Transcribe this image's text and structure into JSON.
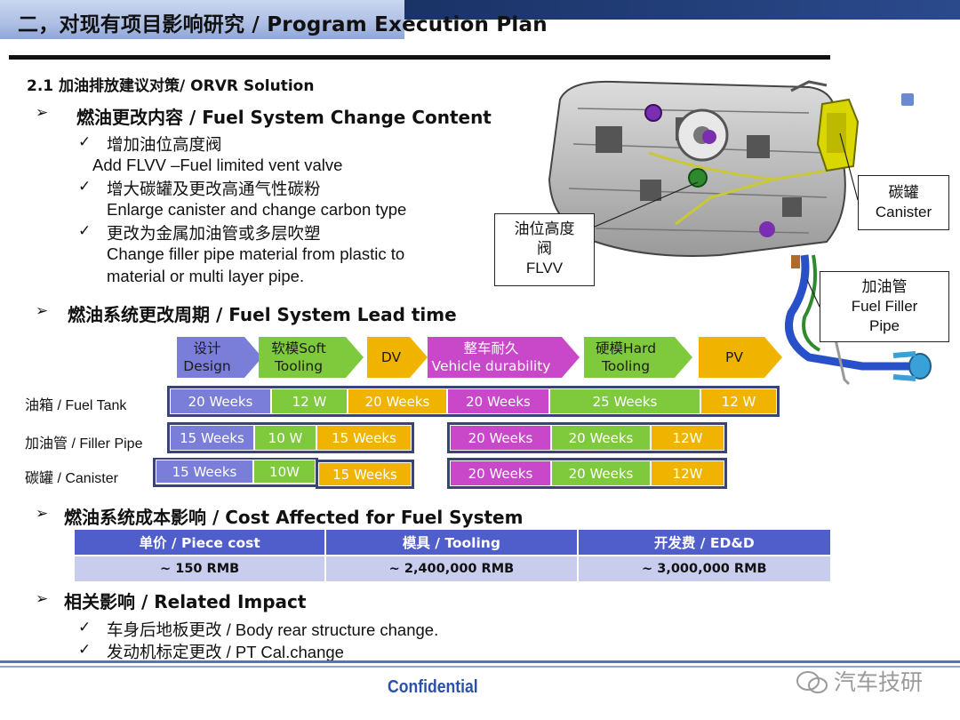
{
  "header": {
    "title": "二，对现有项目影响研究 / Program Execution Plan"
  },
  "section": {
    "title": "2.1  加油排放建议对策/ ORVR Solution"
  },
  "change_content": {
    "heading": "燃油更改内容  / Fuel System Change Content",
    "items": [
      {
        "cn": "增加油位高度阀",
        "en": "Add FLVV –Fuel limited vent valve"
      },
      {
        "cn": "增大碳罐及更改高通气性碳粉",
        "en": "Enlarge canister and change carbon type"
      },
      {
        "cn": "更改为金属加油管或多层吹塑",
        "en": "Change filler pipe material from plastic to",
        "en2": "material or multi layer pipe."
      }
    ]
  },
  "callouts": {
    "flvv": {
      "line1": "油位高度",
      "line2": "阀",
      "line3": "FLVV"
    },
    "canister": {
      "line1": "碳罐",
      "line2": "Canister"
    },
    "filler": {
      "line1": "加油管",
      "line2": "Fuel Filler",
      "line3": "Pipe"
    }
  },
  "lead_time": {
    "heading": "燃油系统更改周期  / Fuel System Lead time",
    "phases": [
      {
        "cn": "设计",
        "en": "Design",
        "color": "#7b7ed9"
      },
      {
        "cn": "软模Soft",
        "en": "Tooling",
        "color": "#7fca3c"
      },
      {
        "cn": "DV",
        "en": "",
        "color": "#f0b400"
      },
      {
        "cn": "整车耐久",
        "en": "Vehicle durability",
        "color": "#c948c9"
      },
      {
        "cn": "硬模Hard",
        "en": "Tooling",
        "color": "#7fca3c"
      },
      {
        "cn": "PV",
        "en": "",
        "color": "#f0b400"
      }
    ],
    "rows": [
      {
        "label": "油箱 / Fuel Tank",
        "bars": [
          "20 Weeks",
          "12 W",
          "20 Weeks",
          "20 Weeks",
          "25 Weeks",
          "12 W"
        ]
      },
      {
        "label": "加油管 / Filler Pipe",
        "bars": [
          "15 Weeks",
          "10 W",
          "15 Weeks",
          "20 Weeks",
          "20 Weeks",
          "12W"
        ]
      },
      {
        "label": "碳罐  / Canister",
        "bars": [
          "15 Weeks",
          "10W",
          "15 Weeks",
          "20 Weeks",
          "20 Weeks",
          "12W"
        ]
      }
    ]
  },
  "cost": {
    "heading": "燃油系统成本影响  / Cost Affected for Fuel System",
    "columns": [
      "单价 / Piece cost",
      "模具 / Tooling",
      "开发费 / ED&D"
    ],
    "values": [
      "~ 150 RMB",
      "~ 2,400,000 RMB",
      "~ 3,000,000 RMB"
    ]
  },
  "impact": {
    "heading": "相关影响  / Related Impact",
    "items": [
      "车身后地板更改  / Body rear structure change.",
      "发动机标定更改 / PT Cal.change"
    ]
  },
  "footer": {
    "confidential": "Confidential",
    "watermark": "汽车技研"
  },
  "icons": {
    "bullet": "arrow-bullet-icon",
    "check": "check-icon"
  }
}
